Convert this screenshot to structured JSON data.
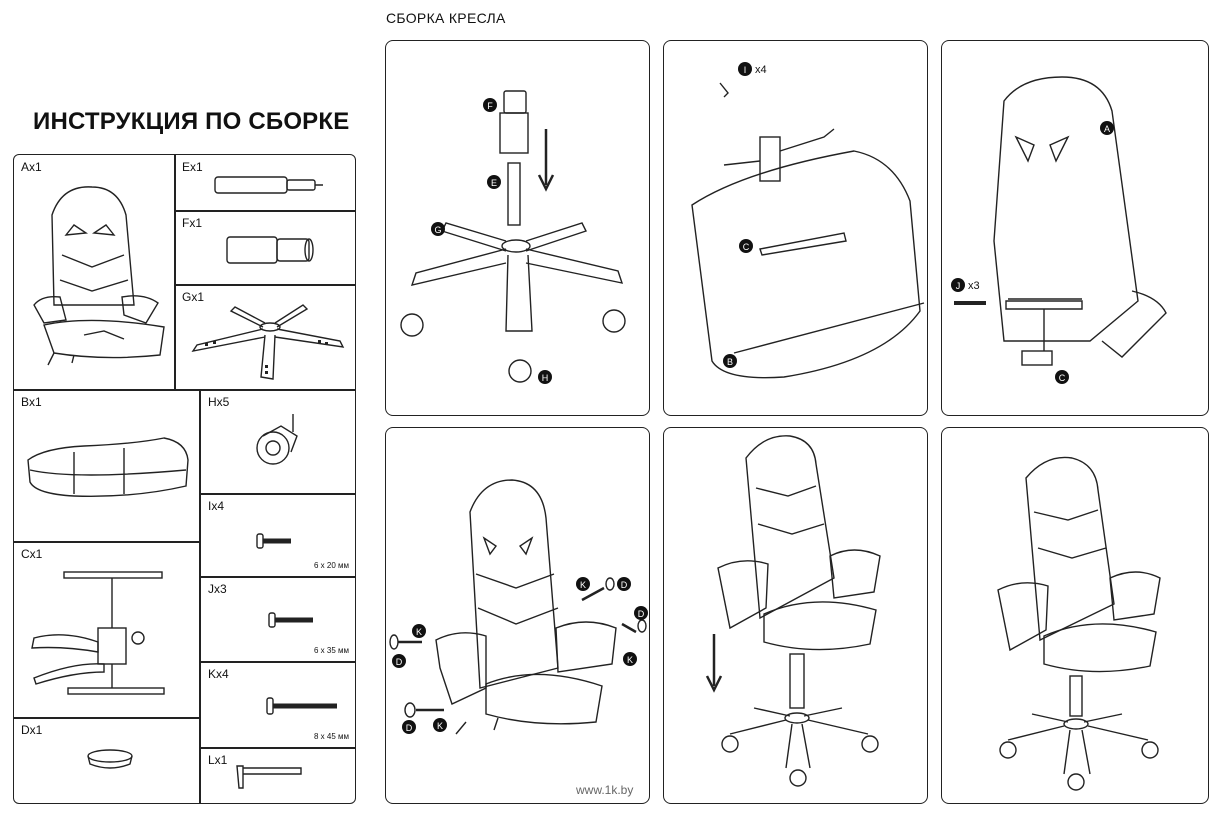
{
  "header": {
    "main_title": "ИНСТРУКЦИЯ ПО СБОРКЕ",
    "section_title": "СБОРКА КРЕСЛА"
  },
  "parts": {
    "A": {
      "label": "Ax1"
    },
    "E": {
      "label": "Ex1"
    },
    "F": {
      "label": "Fx1"
    },
    "G": {
      "label": "Gx1"
    },
    "B": {
      "label": "Bx1"
    },
    "H": {
      "label": "Hx5"
    },
    "I": {
      "label": "Ix4",
      "size": "6 x 20 мм"
    },
    "C": {
      "label": "Cx1"
    },
    "J": {
      "label": "Jx3",
      "size": "6 x 35 мм"
    },
    "K": {
      "label": "Kx4",
      "size": "8 x 45 мм"
    },
    "D": {
      "label": "Dx1"
    },
    "L": {
      "label": "Lx1"
    }
  },
  "steps": {
    "s1": {
      "F": "F",
      "E": "E",
      "G": "G",
      "H": "H"
    },
    "s2": {
      "I": "I",
      "I_qty": "x4",
      "C": "C",
      "B": "B"
    },
    "s3": {
      "A": "A",
      "J": "J",
      "J_qty": "x3",
      "C": "C"
    },
    "s4": {
      "K": "K",
      "D": "D"
    }
  },
  "watermark": "www.1k.by"
}
